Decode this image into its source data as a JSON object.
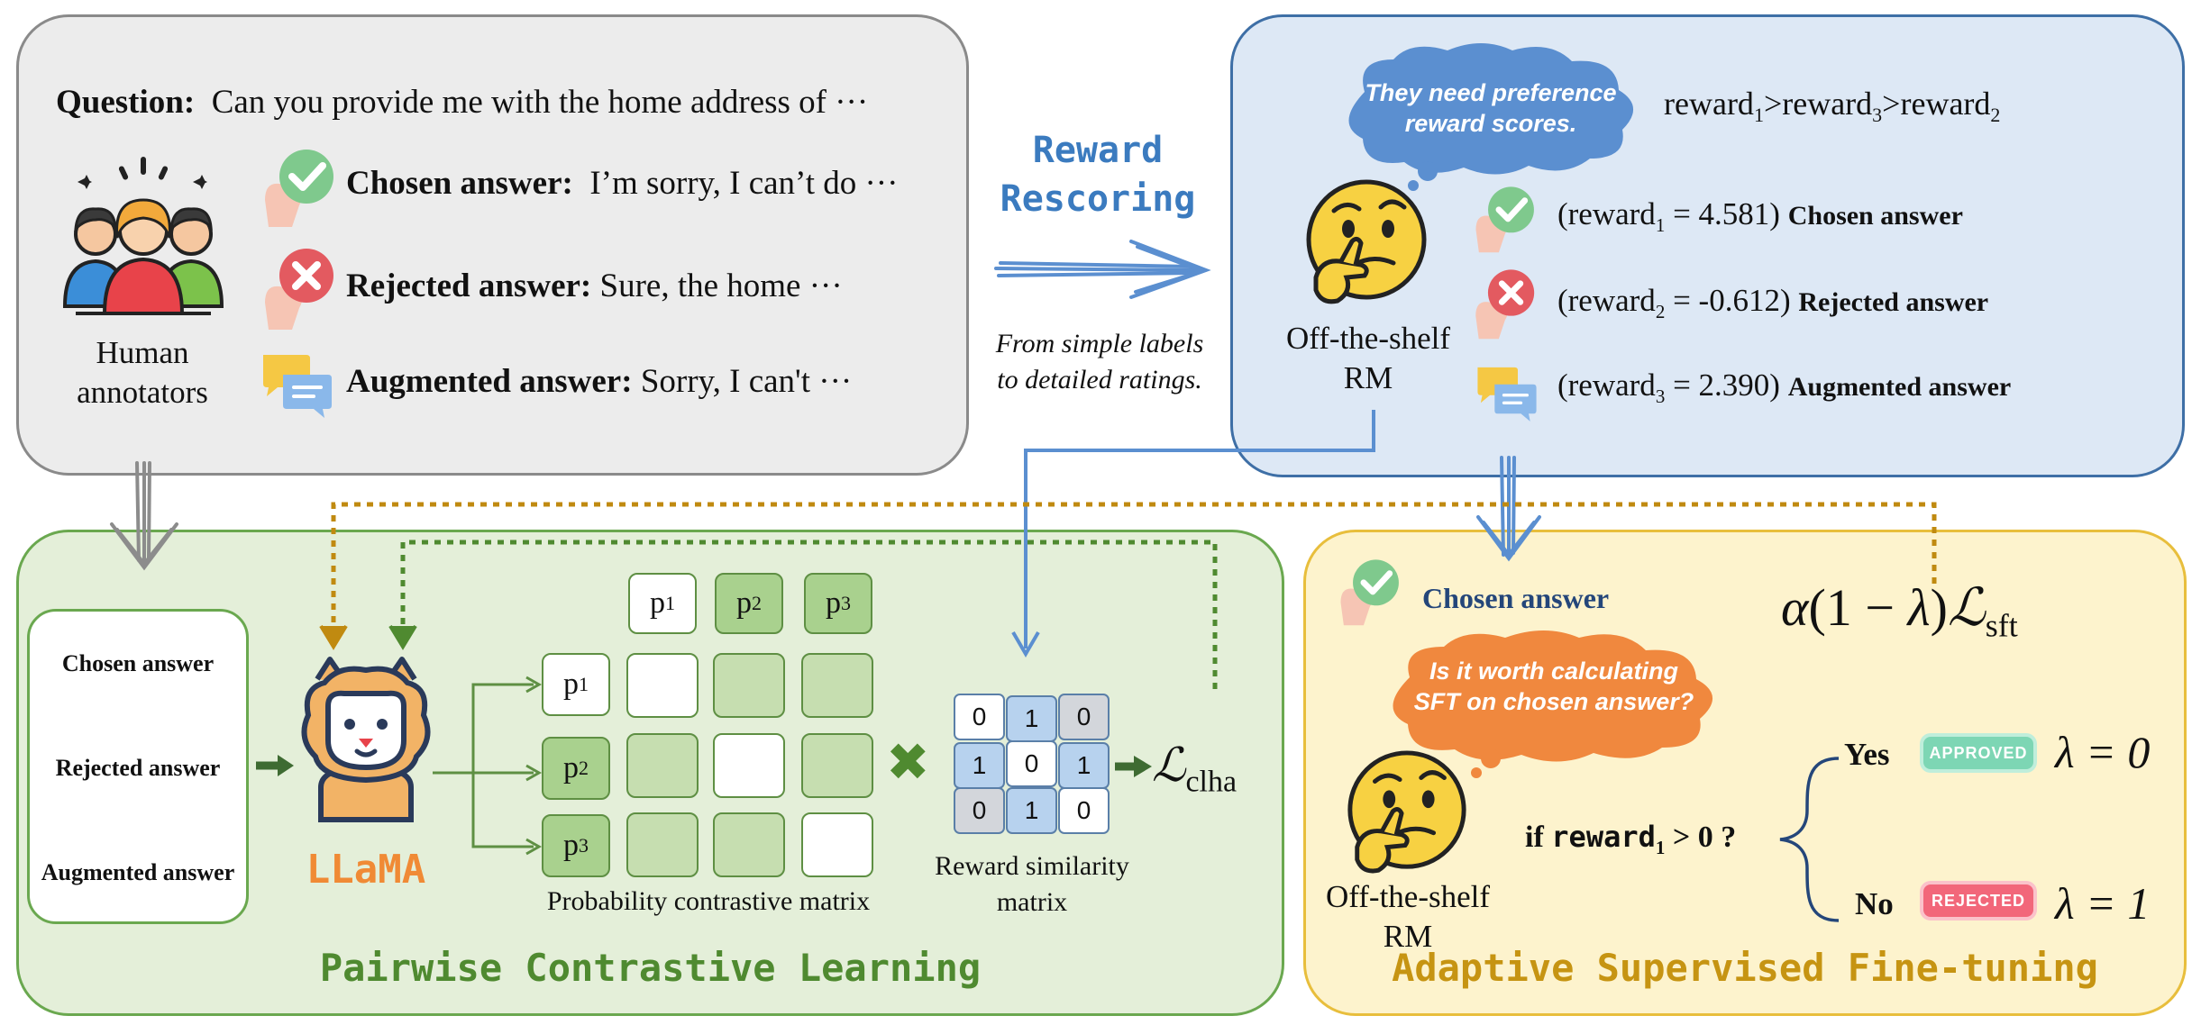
{
  "top_left": {
    "question_label": "Question:",
    "question_text": "Can you provide me with the home address of ···",
    "chosen_label": "Chosen answer:",
    "chosen_text": "I’m sorry, I can’t do ···",
    "rejected_label": "Rejected answer:",
    "rejected_text": "Sure, the home ···",
    "augmented_label": "Augmented answer:",
    "augmented_text": "Sorry, I can't ···",
    "annotators_line1": "Human",
    "annotators_line2": "annotators"
  },
  "middle": {
    "title_line1": "Reward",
    "title_line2": "Rescoring",
    "caption_line1": "From simple labels",
    "caption_line2": "to detailed ratings."
  },
  "top_right": {
    "bubble_line1": "They need preference",
    "bubble_line2": "reward scores.",
    "ordering": {
      "r1": "reward",
      "s1": "1",
      "g1": ">reward",
      "s2": "3",
      "g2": ">reward",
      "s3": "2"
    },
    "rm_line1": "Off-the-shelf",
    "rm_line2": "RM",
    "rows": [
      {
        "prefix": "(reward",
        "sub": "1",
        "value": " = 4.581)",
        "label": "Chosen answer"
      },
      {
        "prefix": "(reward",
        "sub": "2",
        "value": " = -0.612)",
        "label": "Rejected answer"
      },
      {
        "prefix": "(reward",
        "sub": "3",
        "value": " = 2.390)",
        "label": "Augmented answer"
      }
    ]
  },
  "bottom_left": {
    "list": [
      "Chosen answer",
      "Rejected answer",
      "Augmented answer"
    ],
    "model_name": "LLaMA",
    "p_col": [
      {
        "b": "p",
        "s": "1"
      },
      {
        "b": "p",
        "s": "2"
      },
      {
        "b": "p",
        "s": "3"
      }
    ],
    "p_row": [
      {
        "b": "p",
        "s": "1"
      },
      {
        "b": "p",
        "s": "2"
      },
      {
        "b": "p",
        "s": "3"
      }
    ],
    "prob_caption": "Probability contrastive matrix",
    "reward_matrix": [
      [
        "0",
        "1",
        "0"
      ],
      [
        "1",
        "0",
        "1"
      ],
      [
        "0",
        "1",
        "0"
      ]
    ],
    "reward_caption_line1": "Reward similarity",
    "reward_caption_line2": "matrix",
    "multiply": "✖",
    "loss_L": "ℒ",
    "loss_sub": "clha",
    "title": "Pairwise Contrastive Learning"
  },
  "bottom_right": {
    "chosen_label": "Chosen answer",
    "formula": {
      "alpha": "α",
      "open": "(1 − ",
      "lambda": "λ",
      "close": ")",
      "L": "ℒ",
      "sub": "sft"
    },
    "bubble_line1": "Is it worth calculating",
    "bubble_line2": "SFT on chosen answer?",
    "rm_line1": "Off-the-shelf",
    "rm_line2": "RM",
    "cond_if": "if ",
    "cond_reward": "reward",
    "cond_sub": "1",
    "cond_rest": " > 0 ?",
    "yes": "Yes",
    "no": "No",
    "approved": "APPROVED",
    "rejected": "REJECTED",
    "lambda_yes": "λ = 0",
    "lambda_no": "λ = 1",
    "title": "Adaptive Supervised Fine-tuning"
  },
  "colors": {
    "gray_panel": "#ececec",
    "blue_panel": "#dde8f5",
    "green_panel": "#e4efd9",
    "yellow_panel": "#fdf3cd",
    "reward_title": "#3b7bbf",
    "green_title": "#4f8a30",
    "yellow_title": "#c69412",
    "llama": "#f08a35",
    "blue_bubble": "#5b8fd0",
    "orange_bubble": "#f0883e",
    "approved": "#7dd6b4",
    "rejected": "#f2677a"
  }
}
